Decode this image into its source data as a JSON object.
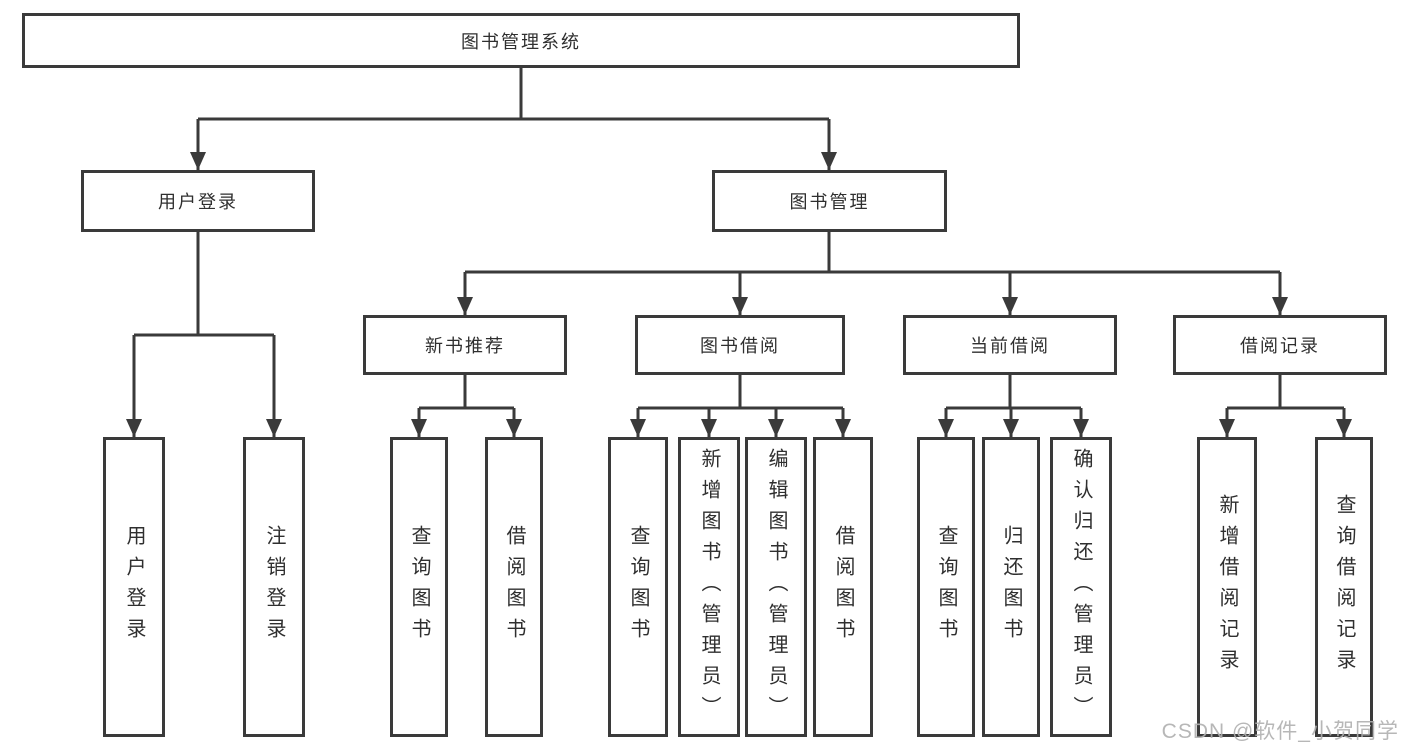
{
  "watermark": "CSDN @软件_小贺同学",
  "colors": {
    "line": "#3a3a3a",
    "box_border": "#3a3a3a",
    "text": "#2f2f2f",
    "background": "#ffffff",
    "watermark": "#afafaf"
  },
  "tree": {
    "label": "图书管理系统",
    "children": [
      {
        "label": "用户登录",
        "children": [
          {
            "label": "用户登录"
          },
          {
            "label": "注销登录"
          }
        ]
      },
      {
        "label": "图书管理",
        "children": [
          {
            "label": "新书推荐",
            "children": [
              {
                "label": "查询图书"
              },
              {
                "label": "借阅图书"
              }
            ]
          },
          {
            "label": "图书借阅",
            "children": [
              {
                "label": "查询图书"
              },
              {
                "label": "新增图书（管理员）"
              },
              {
                "label": "编辑图书（管理员）"
              },
              {
                "label": "借阅图书"
              }
            ]
          },
          {
            "label": "当前借阅",
            "children": [
              {
                "label": "查询图书"
              },
              {
                "label": "归还图书"
              },
              {
                "label": "确认归还（管理员）"
              }
            ]
          },
          {
            "label": "借阅记录",
            "children": [
              {
                "label": "新增借阅记录"
              },
              {
                "label": "查询借阅记录"
              }
            ]
          }
        ]
      }
    ]
  }
}
